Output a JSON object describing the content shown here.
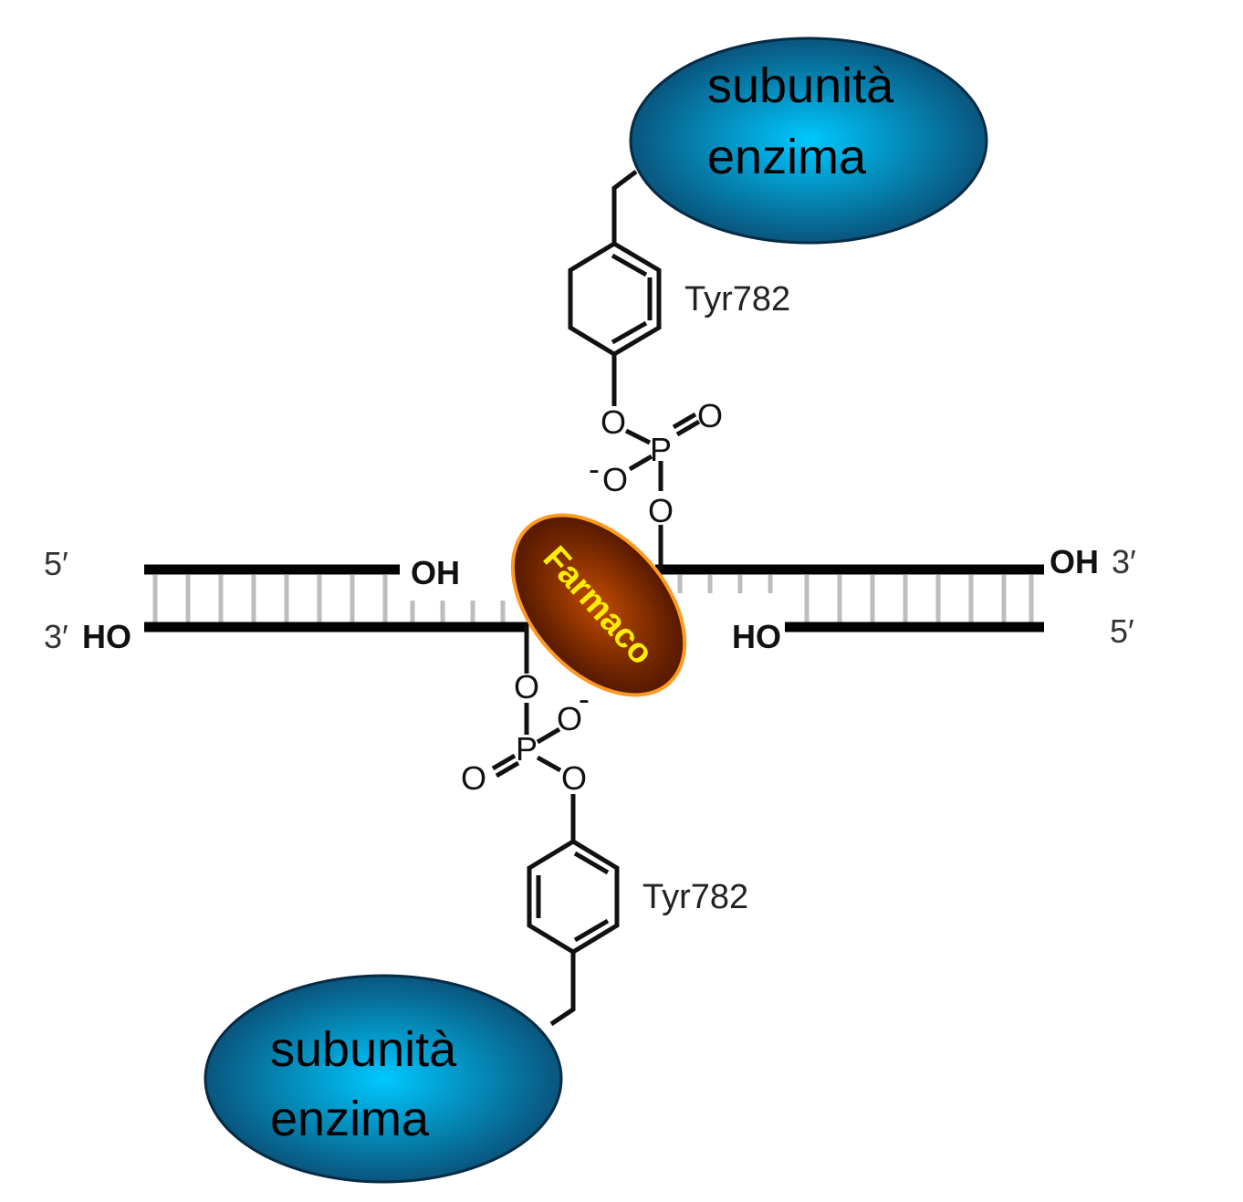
{
  "top_subunit": {
    "line1": "subunità",
    "line2": "enzima"
  },
  "bottom_subunit": {
    "line1": "subunità",
    "line2": "enzima"
  },
  "top_residue": "Tyr782",
  "bottom_residue": "Tyr782",
  "drug_label": "Farmaco",
  "top_phosphate": {
    "o_bridge": "O",
    "p": "P",
    "o_double": "O",
    "o_minus": "O",
    "minus": "-",
    "o_link": "O"
  },
  "bottom_phosphate": {
    "o_link": "O",
    "o_minus": "O",
    "minus": "-",
    "p": "P",
    "o_double": "O",
    "o_bridge": "O"
  },
  "dna_left": {
    "top_5prime": "5′",
    "top_oh": "OH",
    "bottom_3prime": "3′",
    "bottom_ho": "HO"
  },
  "dna_right": {
    "top_oh": "OH",
    "top_3prime": "3′",
    "bottom_ho": "HO",
    "bottom_5prime": "5′"
  },
  "colors": {
    "subunit_center": "#00c8ff",
    "subunit_edge": "#0a4a70",
    "drug_center": "#c04a00",
    "drug_edge": "#4a1400",
    "drug_outline": "#ff9a1f",
    "drug_text": "#ffee00"
  }
}
